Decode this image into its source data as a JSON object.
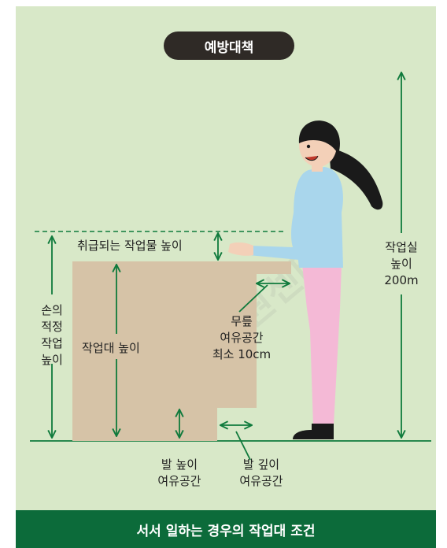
{
  "title": "예방대책",
  "labels": {
    "object_height": "취급되는 작업물 높이",
    "hand_height": [
      "손의",
      "적정",
      "작업",
      "높이"
    ],
    "bench_height": "작업대 높이",
    "knee_space": [
      "무릎",
      "여유공간",
      "최소 10cm"
    ],
    "room_height": [
      "작업실",
      "높이",
      "200m"
    ],
    "foot_height": [
      "발 높이",
      "여유공간"
    ],
    "foot_depth": [
      "발 깊이",
      "여유공간"
    ]
  },
  "caption": "서서 일하는 경우의 작업대 조건",
  "watermark": "국가중합지원센터",
  "colors": {
    "background": "#d8e8c8",
    "title_pill": "#2f2a26",
    "footer": "#0c6b3a",
    "arrows": "#0f7a3c",
    "workbench": "#d6c3a7",
    "shirt": "#a9d6ec",
    "pants": "#f4b9d6",
    "hair": "#1a1a1a"
  }
}
